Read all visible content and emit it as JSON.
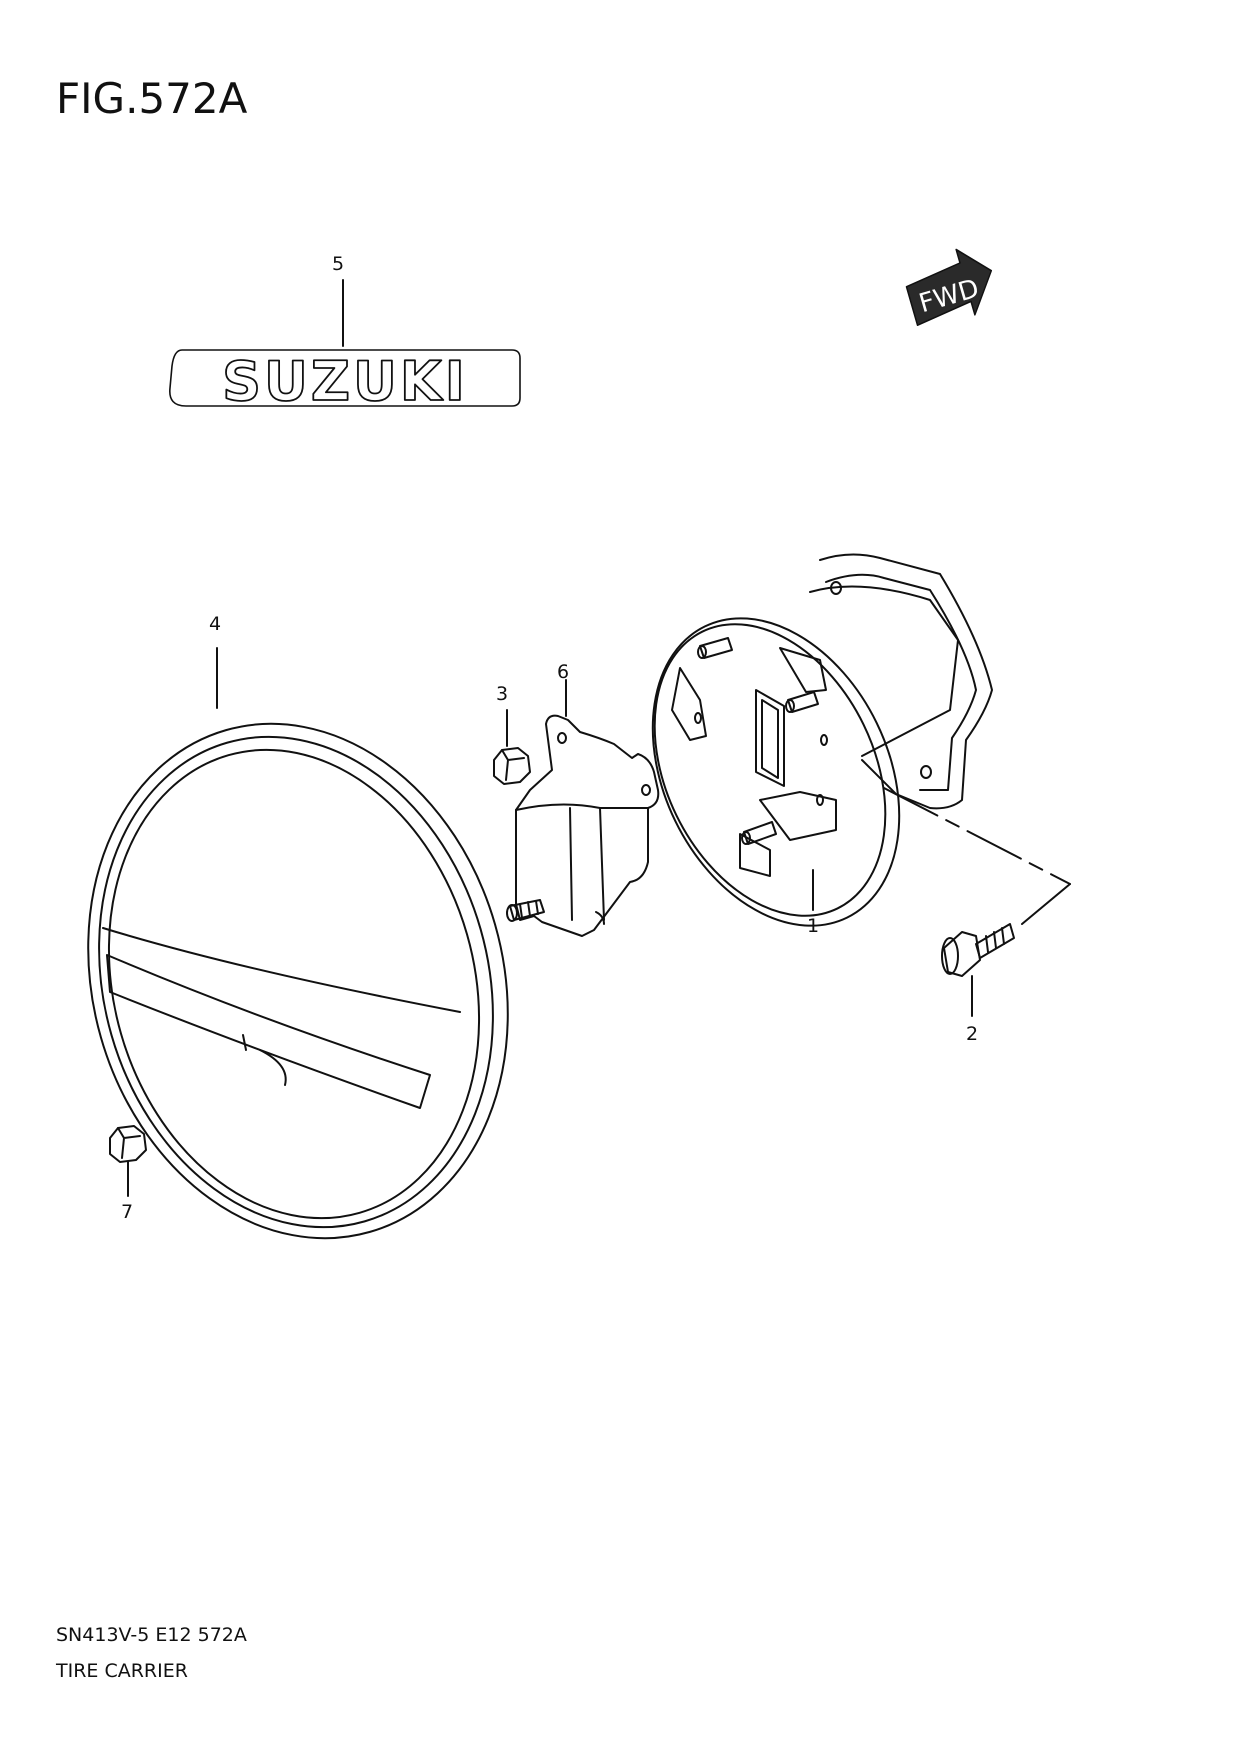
{
  "figure": {
    "title": "FIG.572A"
  },
  "footer": {
    "code": "SN413V-5 E12 572A",
    "name": "TIRE CARRIER"
  },
  "emblem": {
    "text": "SUZUKI"
  },
  "fwd_arrow": {
    "text": "FWD"
  },
  "callouts": [
    {
      "id": "1",
      "label": "1"
    },
    {
      "id": "2",
      "label": "2"
    },
    {
      "id": "3",
      "label": "3"
    },
    {
      "id": "4",
      "label": "4"
    },
    {
      "id": "5",
      "label": "5"
    },
    {
      "id": "6",
      "label": "6"
    },
    {
      "id": "7",
      "label": "7"
    }
  ],
  "colors": {
    "line": "#111111",
    "background": "#ffffff",
    "arrow_fill": "#2a2a2a"
  }
}
